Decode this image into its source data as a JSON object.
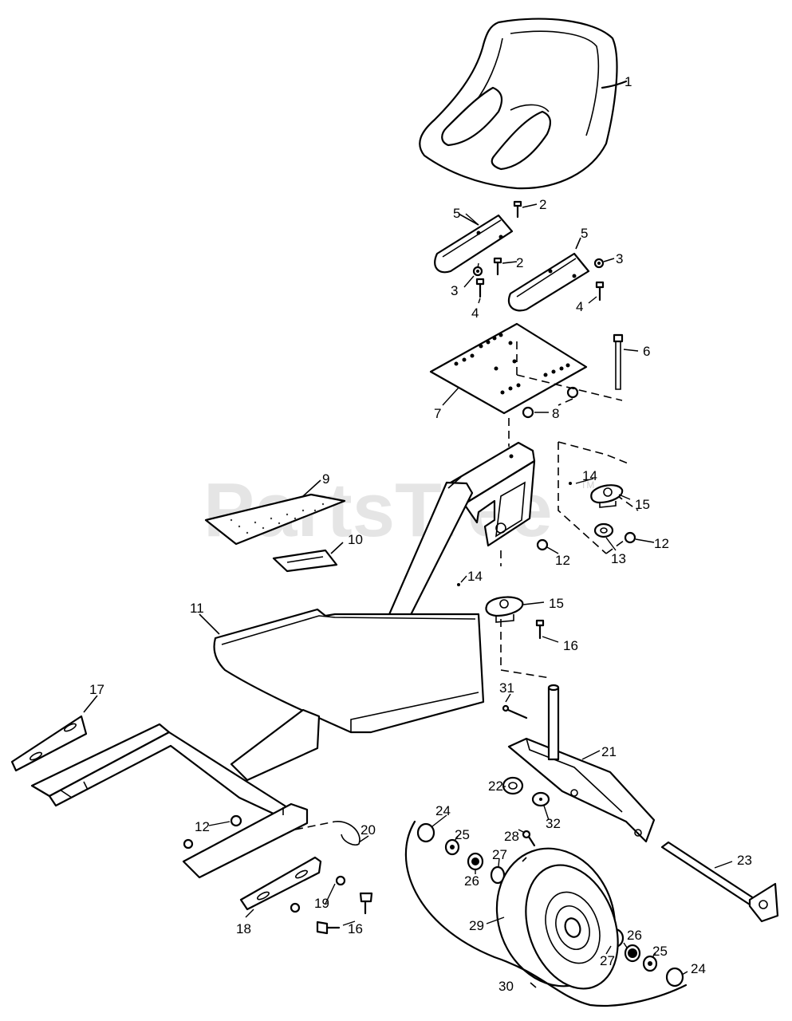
{
  "watermark": {
    "text": "PartsTree",
    "tm": "TM"
  },
  "callouts": [
    {
      "id": "c1",
      "label": "1"
    },
    {
      "id": "c2a",
      "label": "2"
    },
    {
      "id": "c2b",
      "label": "2"
    },
    {
      "id": "c3a",
      "label": "3"
    },
    {
      "id": "c3b",
      "label": "3"
    },
    {
      "id": "c4a",
      "label": "4"
    },
    {
      "id": "c4b",
      "label": "4"
    },
    {
      "id": "c5a",
      "label": "5"
    },
    {
      "id": "c5b",
      "label": "5"
    },
    {
      "id": "c6",
      "label": "6"
    },
    {
      "id": "c7",
      "label": "7"
    },
    {
      "id": "c8",
      "label": "8"
    },
    {
      "id": "c9",
      "label": "9"
    },
    {
      "id": "c10",
      "label": "10"
    },
    {
      "id": "c11",
      "label": "11"
    },
    {
      "id": "c12a",
      "label": "12"
    },
    {
      "id": "c12b",
      "label": "12"
    },
    {
      "id": "c12c",
      "label": "12"
    },
    {
      "id": "c13",
      "label": "13"
    },
    {
      "id": "c14a",
      "label": "14"
    },
    {
      "id": "c14b",
      "label": "14"
    },
    {
      "id": "c15a",
      "label": "15"
    },
    {
      "id": "c15b",
      "label": "15"
    },
    {
      "id": "c16a",
      "label": "16"
    },
    {
      "id": "c16b",
      "label": "16"
    },
    {
      "id": "c17",
      "label": "17"
    },
    {
      "id": "c18",
      "label": "18"
    },
    {
      "id": "c19",
      "label": "19"
    },
    {
      "id": "c20",
      "label": "20"
    },
    {
      "id": "c21",
      "label": "21"
    },
    {
      "id": "c22",
      "label": "22"
    },
    {
      "id": "c23",
      "label": "23"
    },
    {
      "id": "c24a",
      "label": "24"
    },
    {
      "id": "c24b",
      "label": "24"
    },
    {
      "id": "c25a",
      "label": "25"
    },
    {
      "id": "c25b",
      "label": "25"
    },
    {
      "id": "c26a",
      "label": "26"
    },
    {
      "id": "c26b",
      "label": "26"
    },
    {
      "id": "c27a",
      "label": "27"
    },
    {
      "id": "c27b",
      "label": "27"
    },
    {
      "id": "c28",
      "label": "28"
    },
    {
      "id": "c29",
      "label": "29"
    },
    {
      "id": "c30",
      "label": "30"
    },
    {
      "id": "c31",
      "label": "31"
    },
    {
      "id": "c32",
      "label": "32"
    }
  ]
}
